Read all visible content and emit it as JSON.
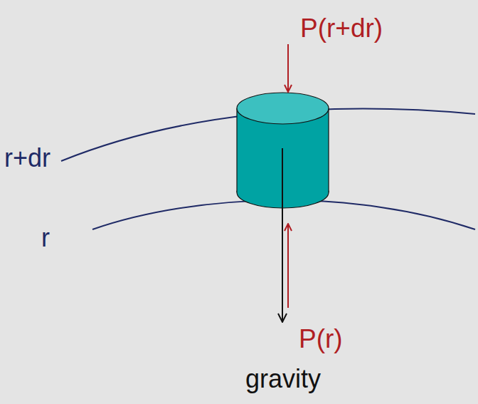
{
  "diagram": {
    "labels": [
      "P(r+dr)",
      "r+dr",
      "r",
      "P(r)",
      "gravity"
    ]
  }
}
